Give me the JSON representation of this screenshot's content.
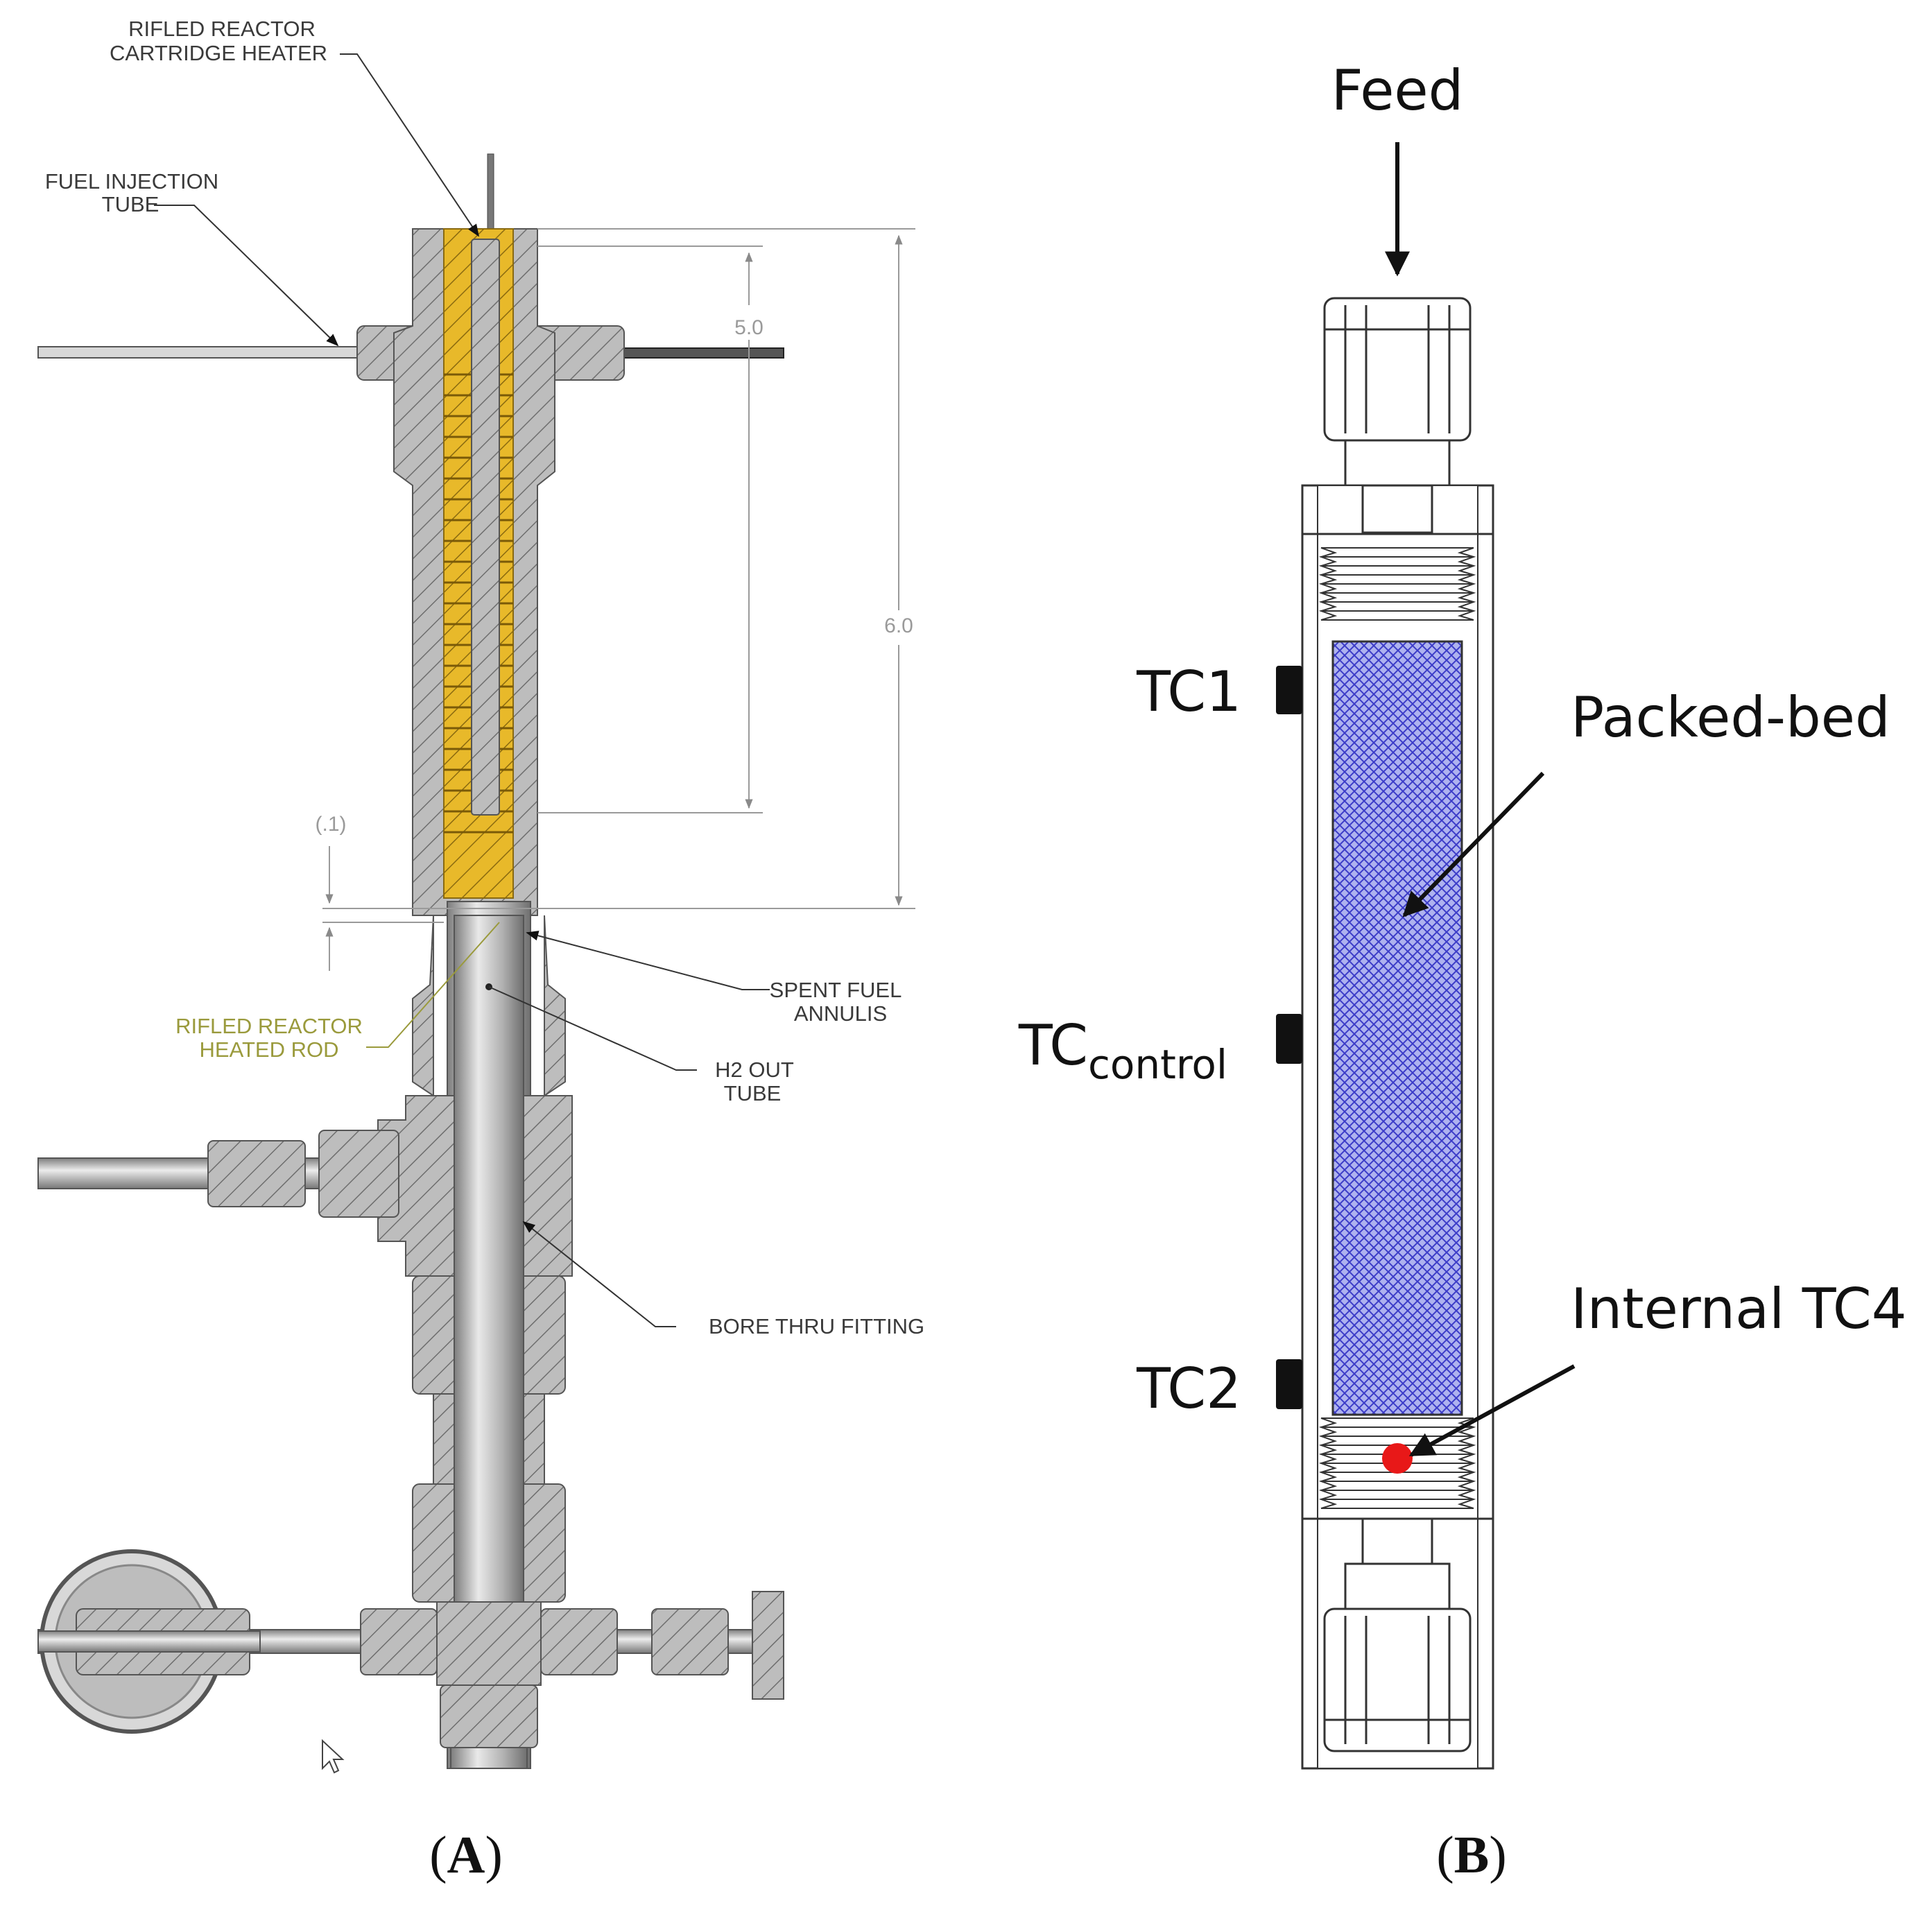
{
  "panel_a": {
    "labels": {
      "rifled_cartridge_heater_1": "RIFLED REACTOR",
      "rifled_cartridge_heater_2": "CARTRIDGE HEATER",
      "fuel_injection_1": "FUEL INJECTION",
      "fuel_injection_2": "TUBE",
      "heated_rod_1": "RIFLED REACTOR",
      "heated_rod_2": "HEATED ROD",
      "spent_fuel_1": "SPENT FUEL",
      "spent_fuel_2": "ANNULIS",
      "h2_out_1": "H2 OUT",
      "h2_out_2": "TUBE",
      "bore_thru": "BORE THRU FITTING"
    },
    "dimensions": {
      "d1": "5.0",
      "d2": "6.0",
      "d3": "(.1)"
    },
    "colors": {
      "heater": "#e8b92a",
      "steel": "#bcbcbc",
      "steel_dark": "#8e8e8e",
      "heated_rod_label": "#9a9a3c"
    }
  },
  "panel_b": {
    "labels": {
      "feed": "Feed",
      "tc1": "TC1",
      "tc_control_main": "TC",
      "tc_control_sub": "control",
      "tc2": "TC2",
      "packed_bed": "Packed-bed",
      "internal_tc4": "Internal TC4"
    },
    "colors": {
      "packed_bed": "#5a5ad8",
      "tc4_dot": "#e81818",
      "tc_marker": "#111111"
    }
  },
  "captions": {
    "a": {
      "open": "(",
      "letter": "A",
      "close": ")"
    },
    "b": {
      "open": "(",
      "letter": "B",
      "close": ")"
    }
  }
}
